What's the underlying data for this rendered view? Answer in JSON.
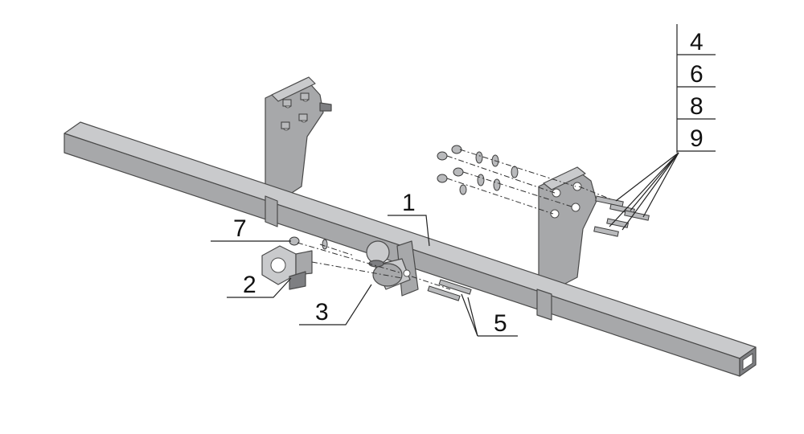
{
  "diagram": {
    "callouts": [
      {
        "id": "c1",
        "text": "1"
      },
      {
        "id": "c2",
        "text": "2"
      },
      {
        "id": "c3",
        "text": "3"
      },
      {
        "id": "c5",
        "text": "5"
      },
      {
        "id": "c7",
        "text": "7"
      }
    ],
    "stack_labels": [
      "4",
      "6",
      "8",
      "9"
    ],
    "colors": {
      "metal": "#a7a8aa",
      "metal_light": "#c9cacc",
      "metal_dark": "#7e7f82",
      "line": "#222222"
    }
  }
}
